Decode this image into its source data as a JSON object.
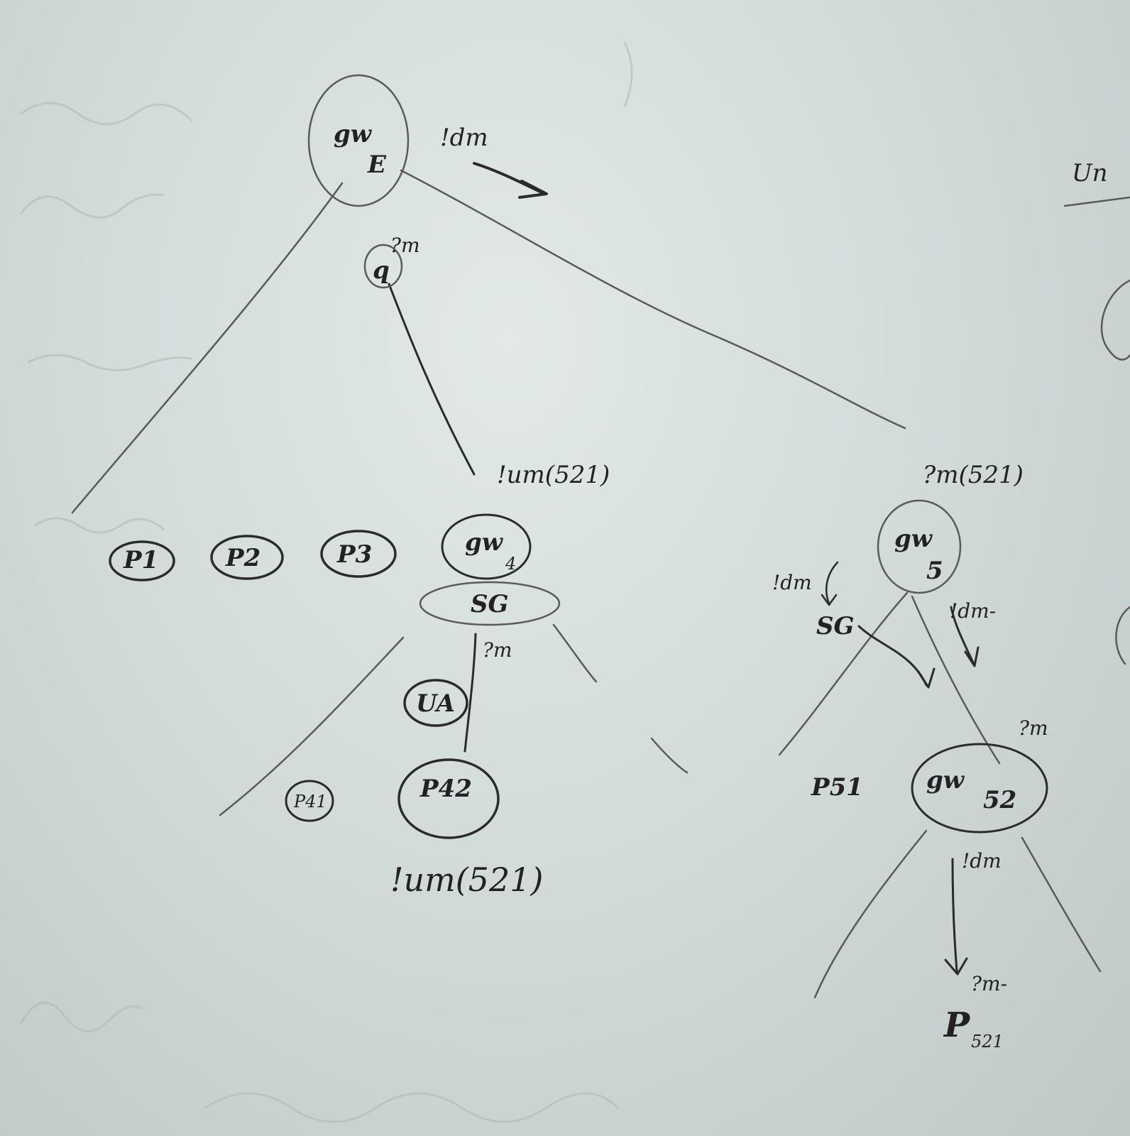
{
  "diagram": {
    "nodes": {
      "root": {
        "text": "gw",
        "sub": "E"
      },
      "q": {
        "text": "q"
      },
      "p1": {
        "text": "P1"
      },
      "p2": {
        "text": "P2"
      },
      "p3": {
        "text": "P3"
      },
      "gw4": {
        "text": "gw",
        "sub": "4"
      },
      "sg": {
        "text": "SG"
      },
      "ua": {
        "text": "UA"
      },
      "p41": {
        "text": "P41"
      },
      "p42": {
        "text": "P42"
      },
      "gw5": {
        "text": "gw",
        "sub": "5"
      },
      "sg_right": {
        "text": "SG"
      },
      "p51": {
        "text": "P51"
      },
      "gw52": {
        "text": "gw",
        "sub": "52"
      },
      "p521": {
        "text": "P",
        "sub": "521"
      }
    },
    "labels": {
      "root_dm": "!dm",
      "q_m": "?m",
      "um521_top": "!um(521)",
      "m521_right": "?m(521)",
      "sg_m": "?m",
      "um521_bottom": "!um(521)",
      "dm_left_gw5": "!dm",
      "dm_right_gw5": "!dm-",
      "gw52_m": "?m",
      "dm_gw52": "!dm",
      "m_p521": "?m-",
      "edge_fragment": "Un"
    }
  }
}
